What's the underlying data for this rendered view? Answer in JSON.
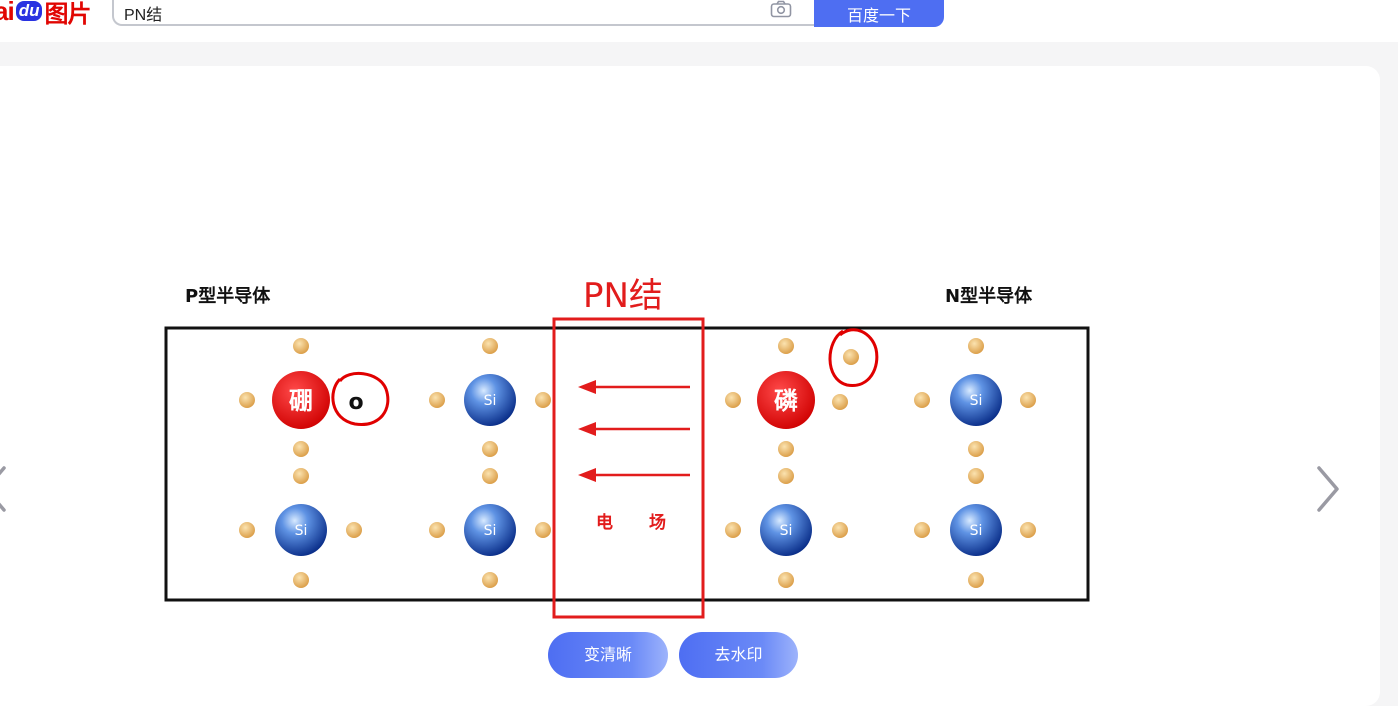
{
  "header": {
    "logo": {
      "text_ai": "ai",
      "text_du": "du",
      "text_tu": "图片",
      "color_red": "#e10602",
      "color_blue": "#2932e1"
    },
    "search": {
      "value": "PN结",
      "camera_icon": "camera-icon"
    },
    "search_button_label": "百度一下",
    "accent": "#4e6ef2"
  },
  "viewer": {
    "prev_icon": "chevron-left-icon",
    "next_icon": "chevron-right-icon",
    "figure": {
      "label_p": "P型半导体",
      "label_n": "N型半导体",
      "junction_title": "PN结",
      "field_char_1": "电",
      "field_char_2": "场",
      "boron": "硼",
      "phosphorus": "磷",
      "silicon": "Si",
      "hole_marker": "o"
    },
    "actions": {
      "clarify_label": "变清晰",
      "watermark_label": "去水印"
    }
  }
}
